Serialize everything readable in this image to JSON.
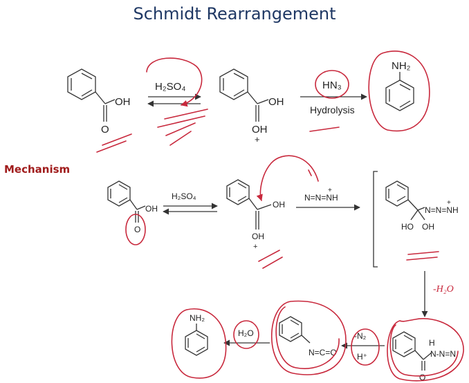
{
  "title": "Schmidt Rearrangement",
  "section_label": "Mechanism",
  "top_row": {
    "reactant_oh": "OH",
    "reactant_o": "O",
    "reagent_1": "H₂SO₄",
    "intermediate_oh_top": "OH",
    "intermediate_oh_bottom": "OH",
    "intermediate_plus": "+",
    "reagent_2": "HN₃",
    "reagent_2_note": "Hydrolysis",
    "product_nh2": "NH₂"
  },
  "mechanism": {
    "step1_reagent": "H₂SO₄",
    "reactant_oh": "OH",
    "reactant_o": "O",
    "protonated_oh_top": "OH",
    "protonated_oh_bottom": "OH",
    "protonated_plus": "+",
    "azide": "N=N=NH",
    "azide_charge": "+",
    "adduct_chain": "N=N=NH",
    "adduct_charge": "+",
    "adduct_ho": "HO",
    "adduct_oh": "OH",
    "water_loss": "-H₂O",
    "amide_h": "H",
    "amide_chain": "N-N=N",
    "amide_o": "O",
    "isocyanate": "N=C=O",
    "n2_loss": "-N₂",
    "h_plus": "H⁺",
    "water": "H₂O",
    "aniline_nh2": "NH₂"
  },
  "colors": {
    "title": "#1f3864",
    "section_label": "#a01c1c",
    "annotation_ink": "#c8283c",
    "structure": "#333333"
  }
}
